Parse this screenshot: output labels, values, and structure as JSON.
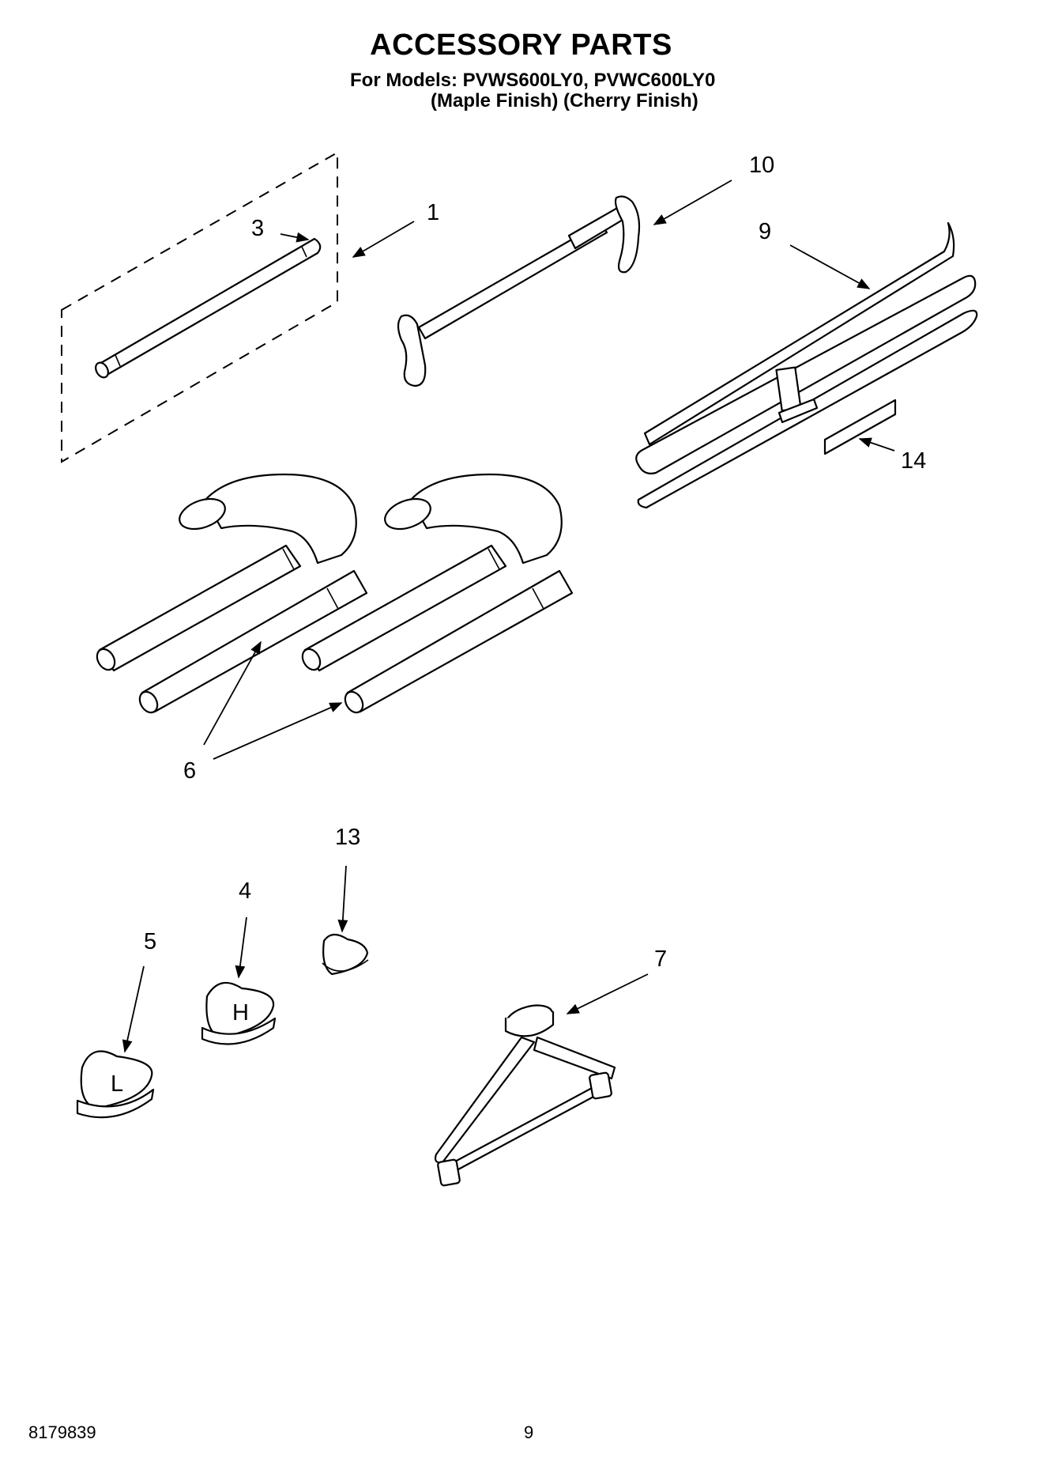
{
  "title": "ACCESSORY PARTS",
  "models_line": "For Models: PVWS600LY0, PVWC600LY0",
  "finish_line": "(Maple Finish) (Cherry Finish)",
  "callouts": {
    "c1": "1",
    "c3": "3",
    "c4": "4",
    "c5": "5",
    "c6": "6",
    "c7": "7",
    "c9": "9",
    "c10": "10",
    "c13": "13",
    "c14": "14"
  },
  "part_marks": {
    "pad_h": "H",
    "pad_l": "L"
  },
  "footer": {
    "doc_number": "8179839",
    "page_number": "9"
  }
}
